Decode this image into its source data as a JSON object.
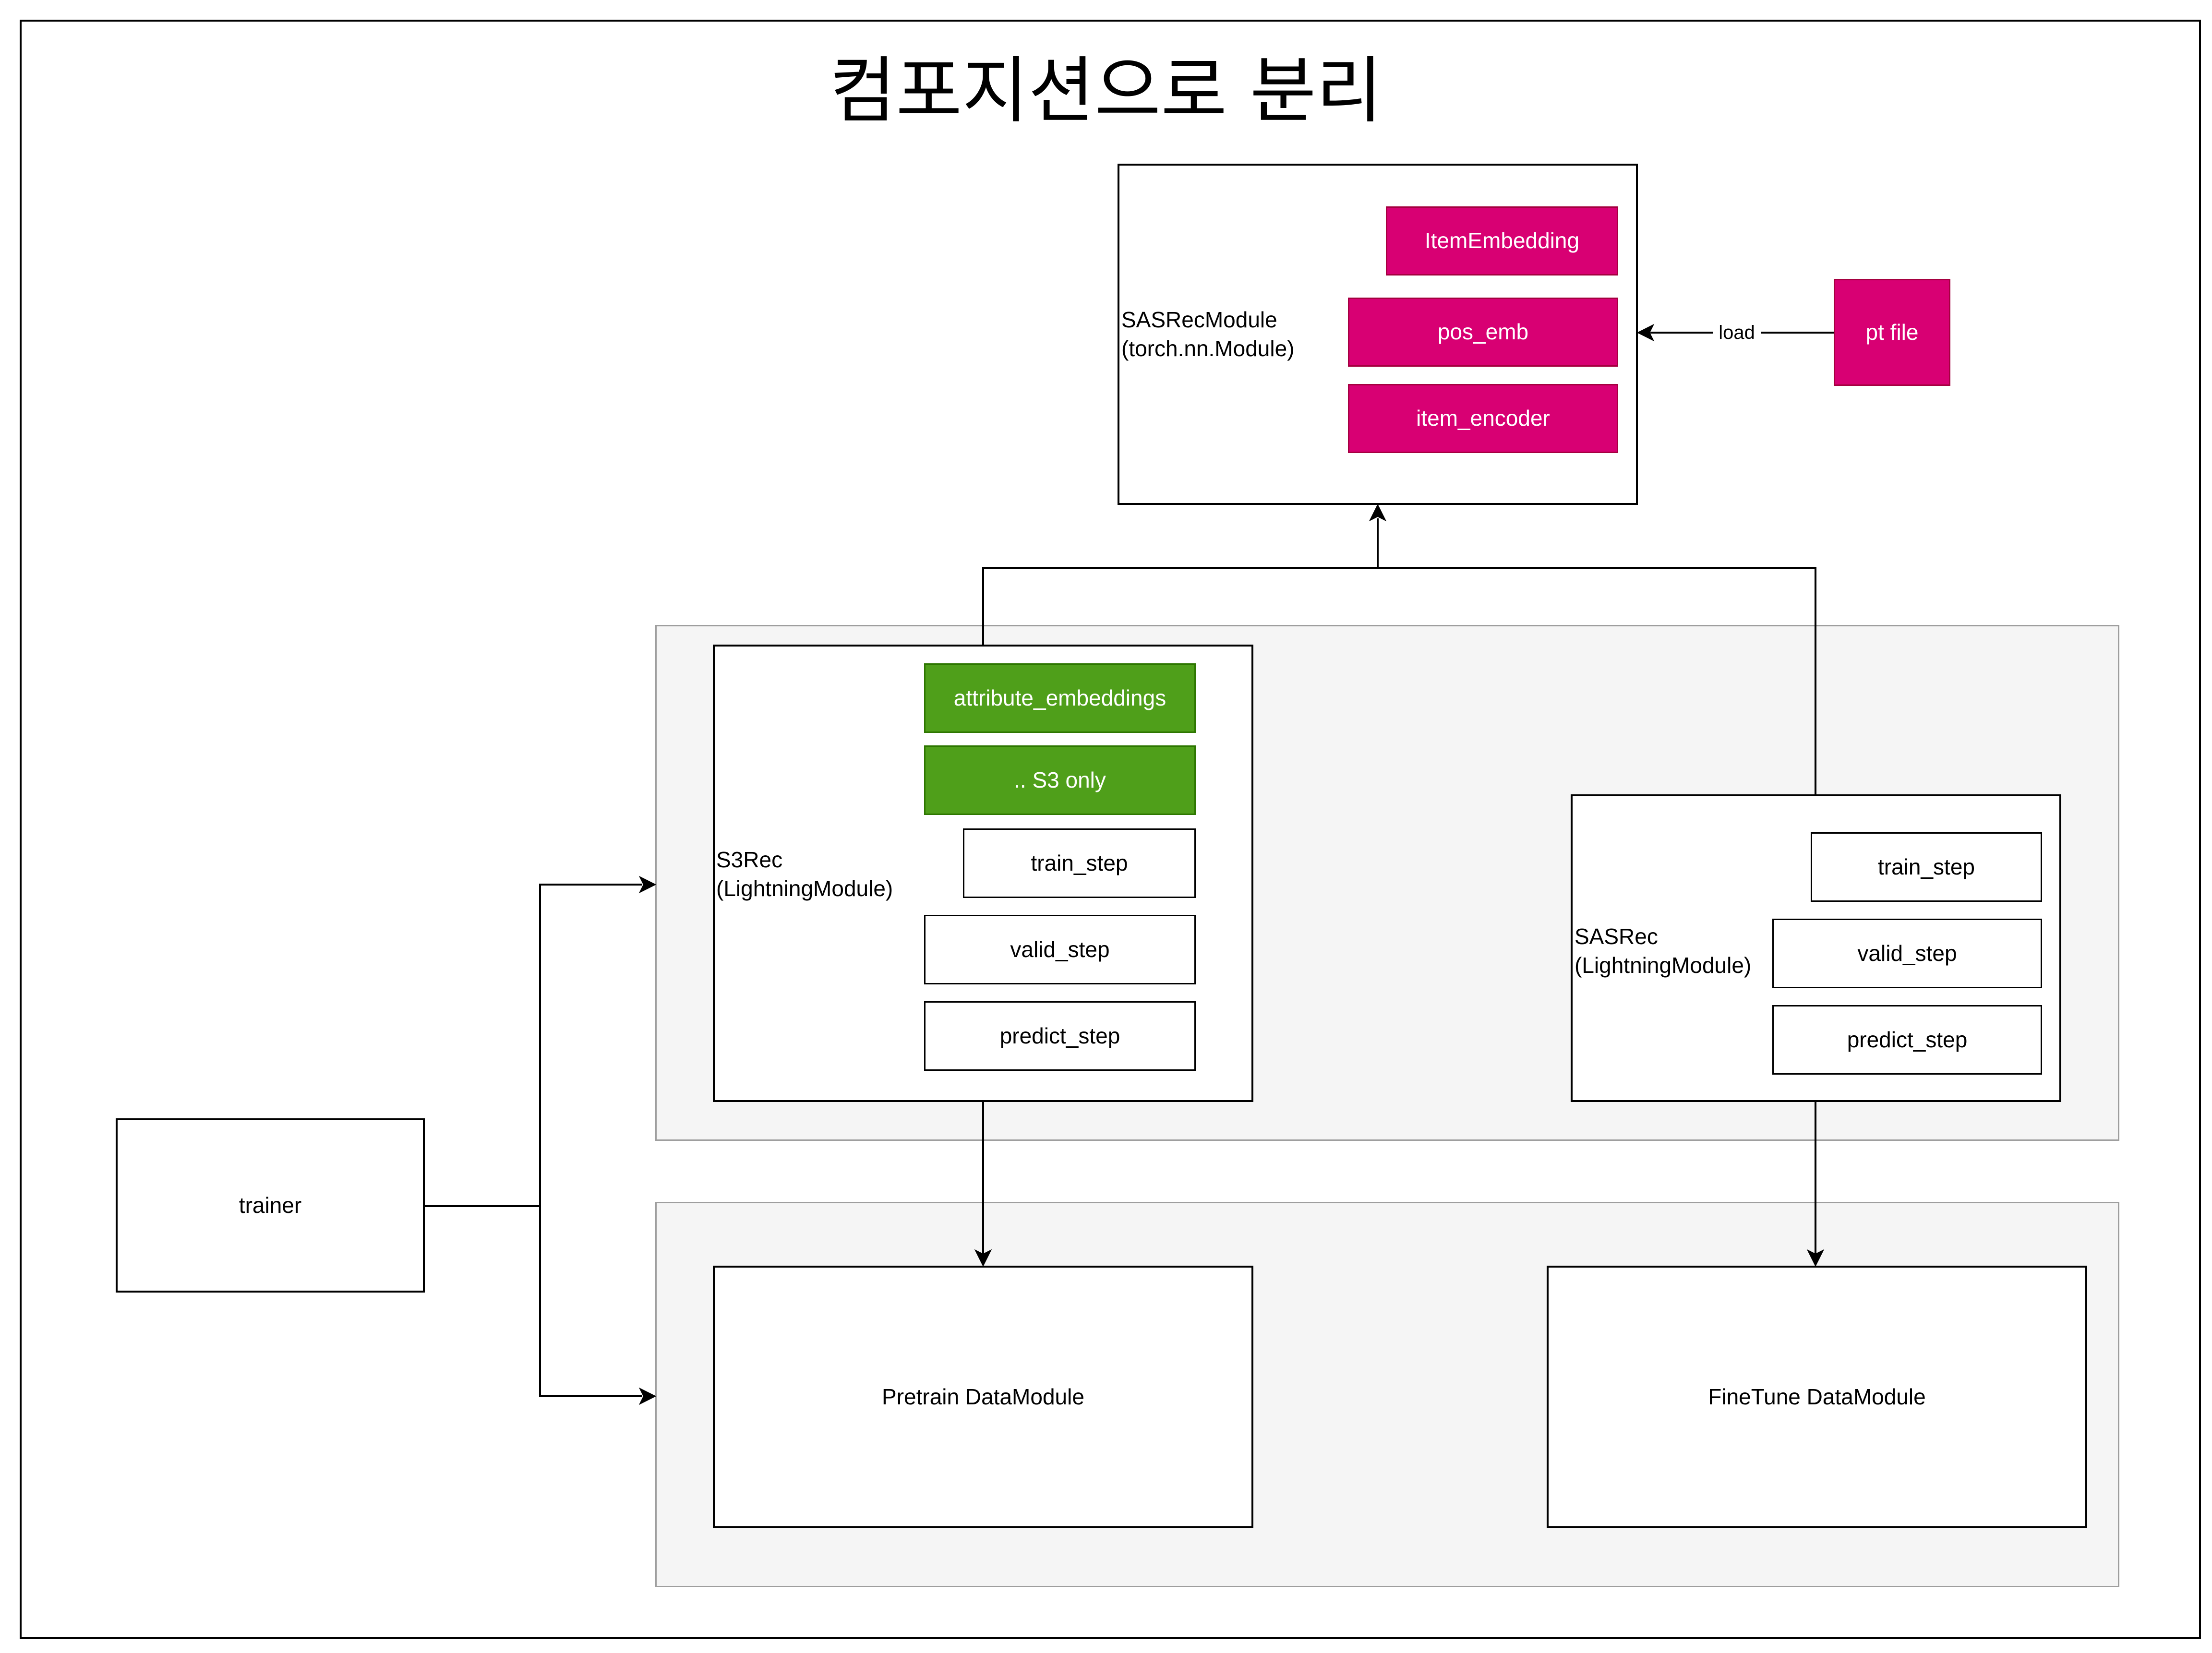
{
  "title": "컴포지션으로 분리",
  "sasrec_module": {
    "label": "SASRecModule\n(torch.nn.Module)",
    "items": [
      "ItemEmbedding",
      "pos_emb",
      "item_encoder"
    ]
  },
  "pt_file": {
    "label": "pt file"
  },
  "load_edge": {
    "label": "load"
  },
  "s3rec": {
    "label": "S3Rec\n(LightningModule)",
    "items": [
      "attribute_embeddings",
      ".. S3 only",
      "train_step",
      "valid_step",
      "predict_step"
    ]
  },
  "sasrec_lightning": {
    "label": "SASRec\n(LightningModule)",
    "items": [
      "train_step",
      "valid_step",
      "predict_step"
    ]
  },
  "trainer": {
    "label": "trainer"
  },
  "pretrain_datamodule": {
    "label": "Pretrain DataModule"
  },
  "finetune_datamodule": {
    "label": "FineTune DataModule"
  },
  "colors": {
    "module_fill": "#d80073",
    "s3_only_fill": "#4f9f1a",
    "group_fill": "#f5f5f5"
  }
}
